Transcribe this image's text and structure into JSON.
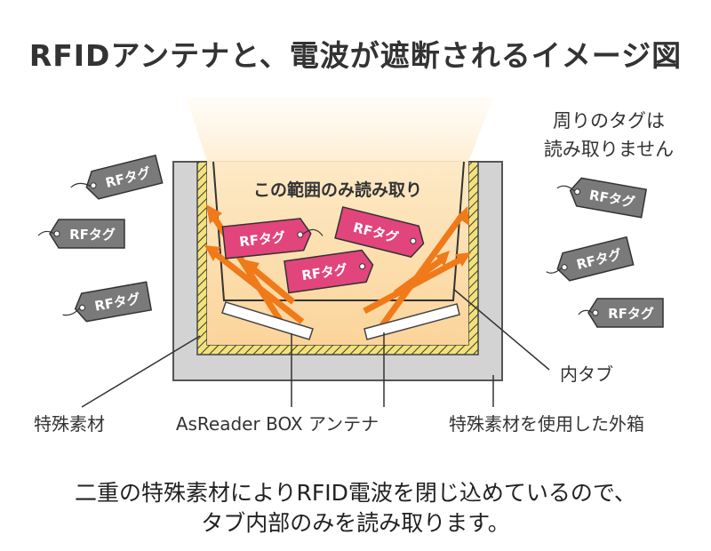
{
  "title": "RFIDアンテナと、電波が遮断されるイメージ図",
  "inside_label": "この範囲のみ読み取り",
  "outside_note": [
    "周りのタグは",
    "読み取りません"
  ],
  "tag_text": "RFタグ",
  "labels": {
    "special_material": "特殊素材",
    "antenna": "AsReader BOX アンテナ",
    "outer_box": "特殊素材を使用した外箱",
    "inner_tab": "内タブ"
  },
  "caption": [
    "二重の特殊素材によりRFID電波を閉じ込めているので、",
    "タブ内部のみを読み取ります。"
  ],
  "colors": {
    "outer_box": "#d3d3d3",
    "inner_fill": "#fbd9a3",
    "beam_top": "#fdf0d8",
    "arrow": "#f07a1a",
    "tag_inside": "#e2457b",
    "tag_outside": "#7a7a7a",
    "hatch": "#e8d24a"
  }
}
